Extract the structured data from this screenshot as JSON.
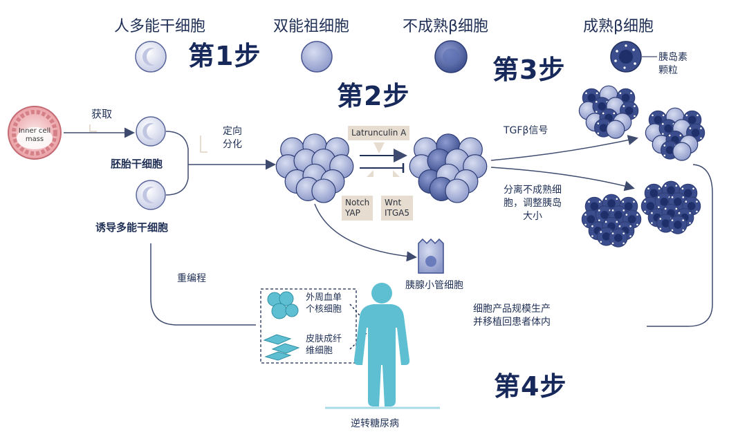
{
  "stages": {
    "hpsc": "人多能干细胞",
    "bipotent": "双能祖细胞",
    "immature_beta": "不成熟β细胞",
    "mature_beta": "成熟β细胞"
  },
  "steps": {
    "step1": "第1步",
    "step2": "第2步",
    "step3": "第3步",
    "step4": "第4步"
  },
  "labels": {
    "inner_cell_mass_line1": "Inner cell",
    "inner_cell_mass_line2": "mass",
    "obtain": "获取",
    "esc": "胚胎干细胞",
    "ipsc": "诱导多能干细胞",
    "directed_line1": "定向",
    "directed_line2": "分化",
    "latrunculin": "Latrunculin A",
    "notch_yap_line1": "Notch",
    "notch_yap_line2": "YAP",
    "wnt_itga5_line1": "Wnt",
    "wnt_itga5_line2": "ITGA5",
    "tgfb": "TGFβ信号",
    "separate_line1": "分离不成熟细",
    "separate_line2": "胞，调整胰岛",
    "separate_line3": "大小",
    "granules_line1": "胰岛素",
    "granules_line2": "颗粒",
    "ductal": "胰腺小管细胞",
    "reprogramming": "重编程",
    "pbmc_line1": "外周血单",
    "pbmc_line2": "个核细胞",
    "fibro_line1": "皮肤成纤",
    "fibro_line2": "维细胞",
    "production_line1": "细胞产品规模生产",
    "production_line2": "并移植回患者体内",
    "reverse": "逆转糖尿病"
  },
  "colors": {
    "navy": "#1f3563",
    "cell_light": "#dfe3f2",
    "cell_mid": "#b9c1e0",
    "cell_dark": "#4b5f9e",
    "human": "#5fbfd2",
    "box": "#e6ddd0",
    "arrow": "#3e4a6e"
  }
}
